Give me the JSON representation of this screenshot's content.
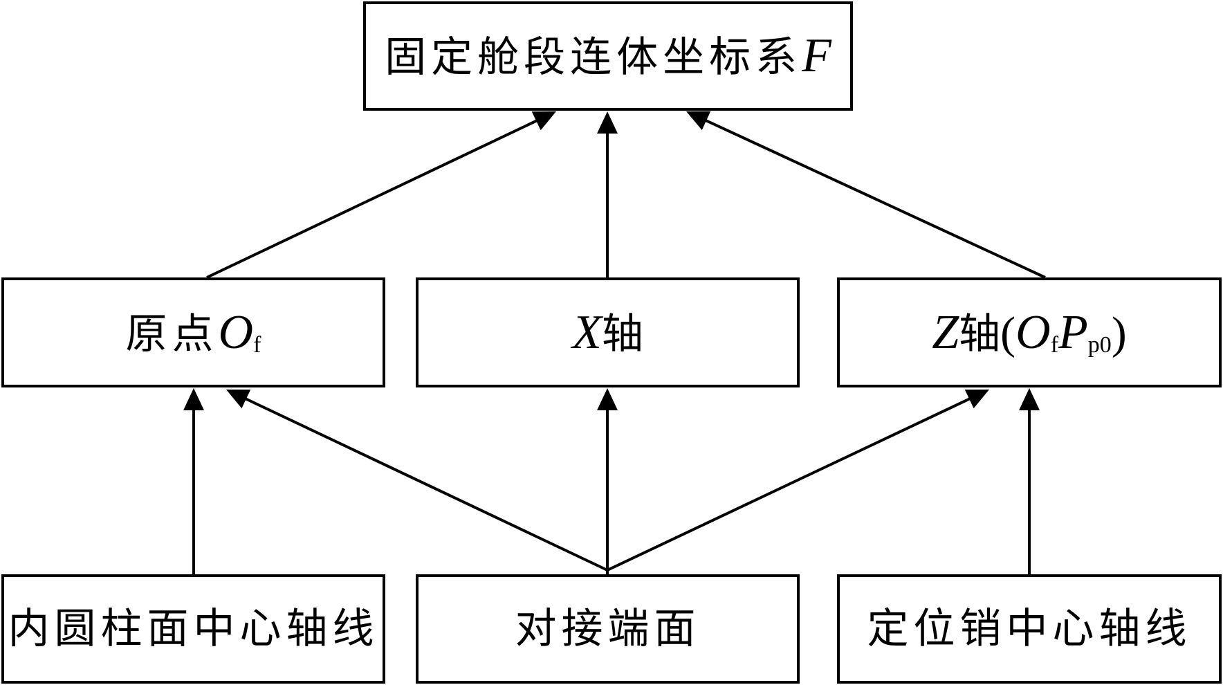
{
  "nodes": {
    "frame": {
      "label": "固定舱段连体坐标系",
      "symbol": "F"
    },
    "origin": {
      "label": "原点",
      "symbol": "O",
      "subscript": "f"
    },
    "x_axis": {
      "symbol": "X",
      "label": "轴"
    },
    "z_axis": {
      "symbol": "Z",
      "label": "轴",
      "paren_open": "(",
      "symbol_1": "O",
      "subscript_1": "f",
      "symbol_2": "P",
      "subscript_2": "p0",
      "paren_close": ")"
    },
    "inner_cylinder_axis": {
      "label": "内圆柱面中心轴线"
    },
    "docking_face": {
      "label": "对接端面"
    },
    "pin_axis": {
      "label": "定位销中心轴线"
    }
  },
  "colors": {
    "ink": "#000000",
    "background": "#ffffff"
  }
}
